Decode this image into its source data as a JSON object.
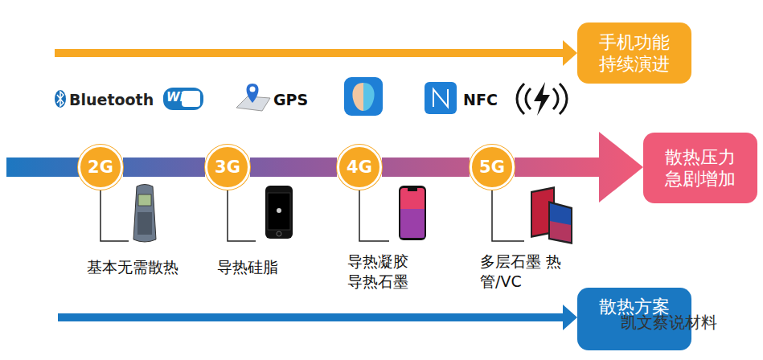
{
  "diagram": {
    "nodes": [
      {
        "text": [
          "手机功能 持续演进"
        ]
      },
      {
        "text": [
          "2G"
        ]
      },
      {
        "text": [
          "3G"
        ]
      },
      {
        "text": [
          "4G"
        ]
      },
      {
        "text": [
          "5G"
        ]
      },
      {
        "text": [
          "散热压力 急剧增加"
        ]
      },
      {
        "text": [
          "散热方案"
        ]
      }
    ],
    "edges": [
      {
        "from": 1,
        "to": 2,
        "arrow": "none"
      },
      {
        "from": 2,
        "to": 3,
        "arrow": "none"
      },
      {
        "from": 3,
        "to": 4,
        "arrow": "none"
      },
      {
        "from": 4,
        "to": 5,
        "arrow": "to"
      }
    ],
    "labels": [
      "Bluetooth",
      "WiFi",
      "GPS",
      "NFC",
      "基本无需散热",
      "导热硅脂",
      "导热凝胶 导热石墨",
      "多层石墨 热管/VC",
      "凯文蔡说材料"
    ]
  }
}
